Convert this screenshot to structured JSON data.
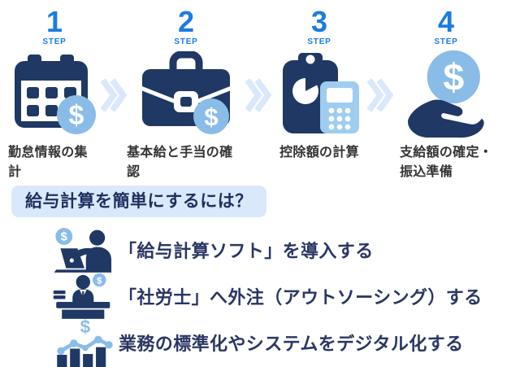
{
  "colors": {
    "navy": "#1f3864",
    "accent_blue": "#1a7ce0",
    "coin_blue": "#8abce8",
    "calculator_blue": "#9fccf1",
    "pale_blue": "#d9e9fb",
    "step_label_color": "#333333",
    "list_text_color": "#2a3663"
  },
  "steps": [
    {
      "number": "1",
      "step_word": "STEP",
      "icon": "calendar-money-icon",
      "label": "勤怠情報の集計"
    },
    {
      "number": "2",
      "step_word": "STEP",
      "icon": "briefcase-money-icon",
      "label": "基本給と手当の確認"
    },
    {
      "number": "3",
      "step_word": "STEP",
      "icon": "clipboard-calculator-icon",
      "label": "控除額の計算"
    },
    {
      "number": "4",
      "step_word": "STEP",
      "icon": "hand-coin-icon",
      "label": "支給額の確定・\n振込準備"
    }
  ],
  "arrow": {
    "icon": "double-chevron-right-icon"
  },
  "question": {
    "heading": "給与計算を簡単にするには？",
    "items": [
      {
        "icon": "person-laptop-money-icon",
        "label": "「給与計算ソフト」を導入する"
      },
      {
        "icon": "consultant-desk-money-icon",
        "label": "「社労士」へ外注（アウトソーシング）する"
      },
      {
        "icon": "bar-chart-money-icon",
        "label": "業務の標準化やシステムをデジタル化する"
      }
    ]
  }
}
